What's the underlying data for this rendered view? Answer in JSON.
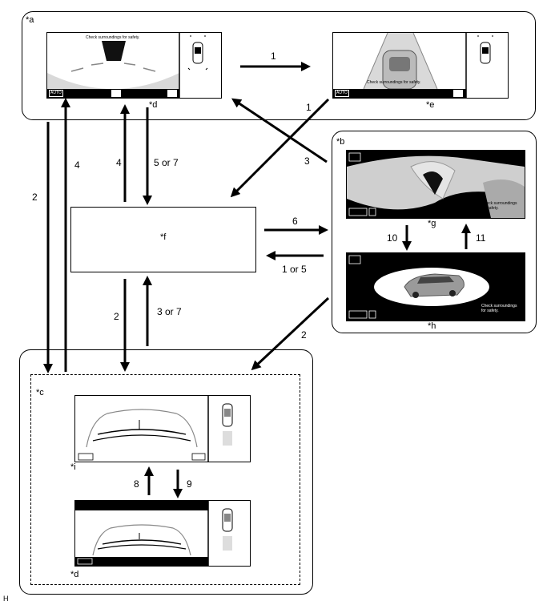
{
  "labels": {
    "a": "*a",
    "b": "*b",
    "c": "*c",
    "d_top": "*d",
    "e": "*e",
    "f": "*f",
    "g": "*g",
    "h": "*h",
    "i": "*i",
    "d_bottom": "*d",
    "corner": "H"
  },
  "arrows": {
    "a1_top": "1",
    "a1_diag": "1",
    "a2_left": "2",
    "a4_left": "4",
    "a4_mid": "4",
    "a5or7": "5 or 7",
    "a3_diag": "3",
    "a6": "6",
    "a1or5": "1 or 5",
    "a10": "10",
    "a11": "11",
    "a2_mid": "2",
    "a3or7": "3 or 7",
    "a2_diag": "2",
    "a8": "8",
    "a9": "9"
  },
  "screens": {
    "check_safety": "Check surroundings for safety.",
    "check_line1": "Check surroundings",
    "check_line2": "for safety.",
    "auto": "AUTO"
  }
}
